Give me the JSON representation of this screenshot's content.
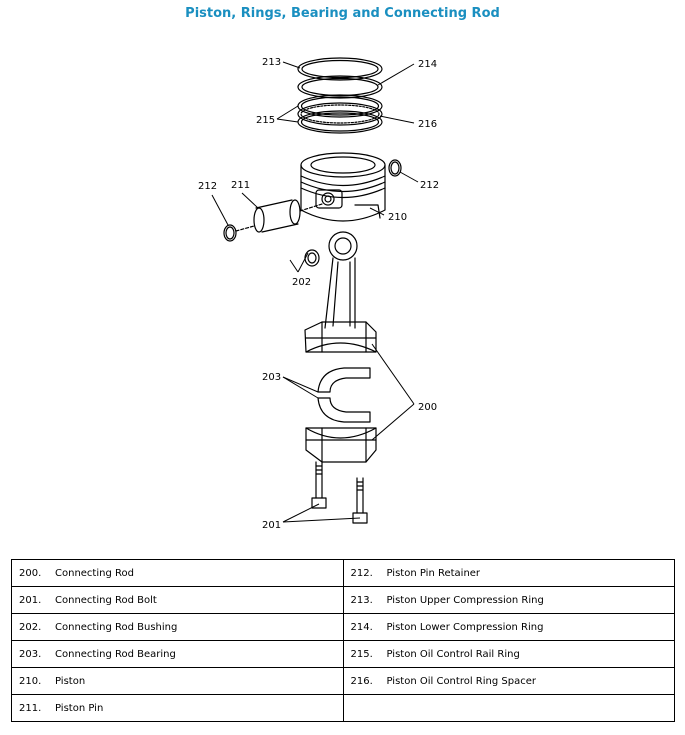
{
  "title": "Piston, Rings, Bearing and Connecting Rod",
  "callouts": {
    "c213": "213",
    "c214": "214",
    "c215": "215",
    "c216": "216",
    "c212a": "212",
    "c211": "211",
    "c212b": "212",
    "c210": "210",
    "c202": "202",
    "c203": "203",
    "c200": "200",
    "c201": "201"
  },
  "parts": [
    {
      "left": {
        "num": "200.",
        "name": "Connecting Rod"
      },
      "right": {
        "num": "212.",
        "name": "Piston Pin Retainer"
      }
    },
    {
      "left": {
        "num": "201.",
        "name": "Connecting Rod Bolt"
      },
      "right": {
        "num": "213.",
        "name": "Piston Upper Compression Ring"
      }
    },
    {
      "left": {
        "num": "202.",
        "name": "Connecting Rod Bushing"
      },
      "right": {
        "num": "214.",
        "name": "Piston Lower Compression Ring"
      }
    },
    {
      "left": {
        "num": "203.",
        "name": "Connecting Rod Bearing"
      },
      "right": {
        "num": "215.",
        "name": "Piston Oil Control Rail Ring"
      }
    },
    {
      "left": {
        "num": "210.",
        "name": "Piston"
      },
      "right": {
        "num": "216.",
        "name": "Piston Oil Control Ring Spacer"
      }
    },
    {
      "left": {
        "num": "211.",
        "name": "Piston Pin"
      },
      "right": {
        "num": "",
        "name": ""
      }
    }
  ]
}
